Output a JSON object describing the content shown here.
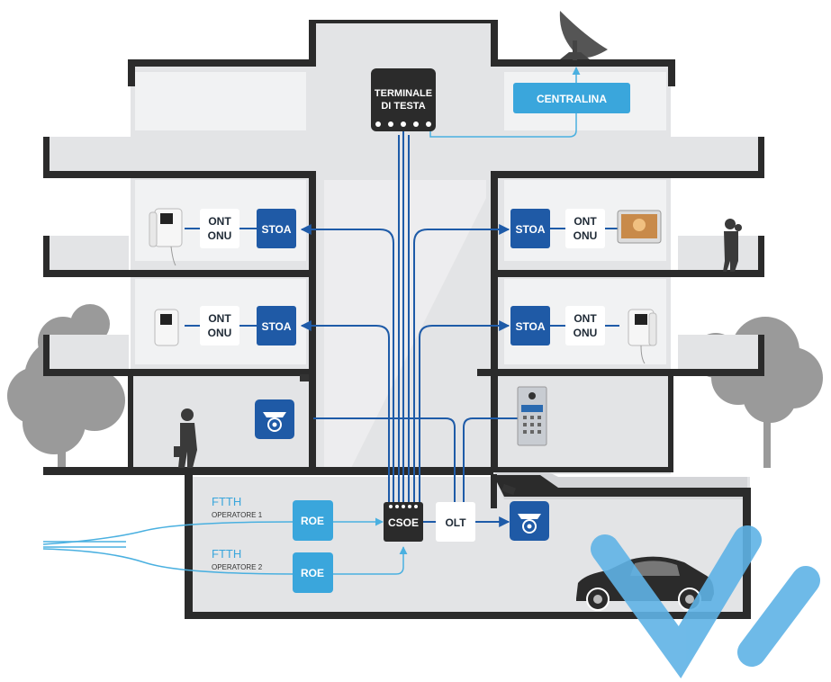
{
  "labels": {
    "terminale_line1": "TERMINALE",
    "terminale_line2": "DI TESTA",
    "centralina": "CENTRALINA",
    "stoa": "STOA",
    "ont": "ONT",
    "onu": "ONU",
    "csoe": "CSOE",
    "olt": "OLT",
    "roe": "ROE",
    "ftth": "FTTH",
    "operatore1": "OPERATORE 1",
    "operatore2": "OPERATORE 2"
  },
  "colors": {
    "wall": "#2b2b2b",
    "floor_fill": "#e3e4e6",
    "fiber_dark": "#1e5ba8",
    "fiber_light": "#4ab0e0",
    "stoa_box": "#1f5aa6",
    "roe_box": "#3aa6dc",
    "logo": "#5fb3e6"
  },
  "icons": {
    "satellite": "satellite-dish-icon",
    "camera": "dome-camera-icon",
    "car": "car-icon",
    "intercom": "intercom-phone-icon",
    "video_monitor": "video-monitor-icon",
    "door_panel": "door-entry-panel-icon"
  }
}
